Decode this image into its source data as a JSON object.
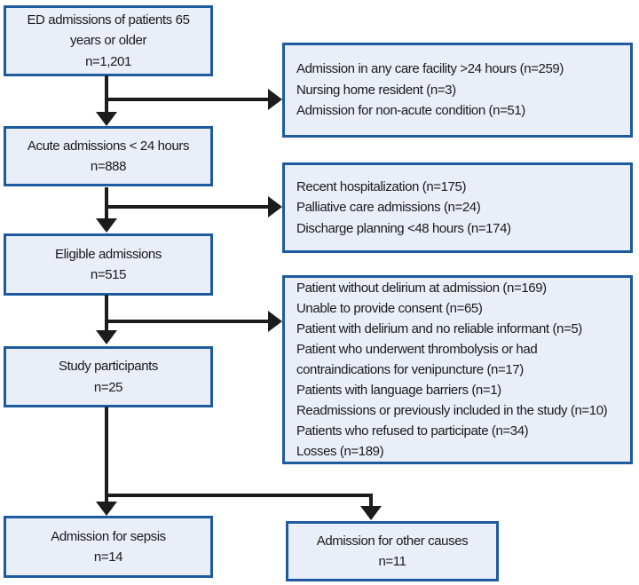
{
  "flow_boxes": [
    {
      "id": "ed-admissions",
      "lines": [
        "ED admissions of patients 65",
        "years or older",
        "n=1,201"
      ]
    },
    {
      "id": "acute-admissions",
      "lines": [
        "Acute admissions < 24 hours",
        "n=888"
      ]
    },
    {
      "id": "eligible-admissions",
      "lines": [
        "Eligible admissions",
        "n=515"
      ]
    },
    {
      "id": "study-participants",
      "lines": [
        "Study participants",
        "n=25"
      ]
    },
    {
      "id": "admission-for-sepsis",
      "lines": [
        "Admission for sepsis",
        "n=14"
      ]
    },
    {
      "id": "admission-for-other-causes",
      "lines": [
        "Admission for other causes",
        "n=11"
      ]
    }
  ],
  "exclusion_boxes": [
    {
      "id": "exclusions-step-1",
      "lines": [
        "Admission in any care facility >24 hours (n=259)",
        "Nursing home resident (n=3)",
        "Admission for non-acute condition (n=51)"
      ]
    },
    {
      "id": "exclusions-step-2",
      "lines": [
        "Recent hospitalization (n=175)",
        "Palliative care admissions (n=24)",
        "Discharge planning <48 hours (n=174)"
      ]
    },
    {
      "id": "exclusions-step-3",
      "lines": [
        "Patient without delirium at admission (n=169)",
        "Unable to provide consent (n=65)",
        "Patient with delirium and no reliable informant (n=5)",
        "Patient who underwent thrombolysis or had",
        "contraindications for venipuncture (n=17)",
        "Patients with language barriers (n=1)",
        "Readmissions or previously included in the study (n=10)",
        "Patients who refused to participate (n=34)",
        "Losses (n=189)"
      ]
    }
  ],
  "colors": {
    "box_fill": "#e9eef8",
    "box_border": "#1e5b9e",
    "arrow": "#1c1c1c",
    "text": "#1a1a1a",
    "background": "#ffffff"
  }
}
